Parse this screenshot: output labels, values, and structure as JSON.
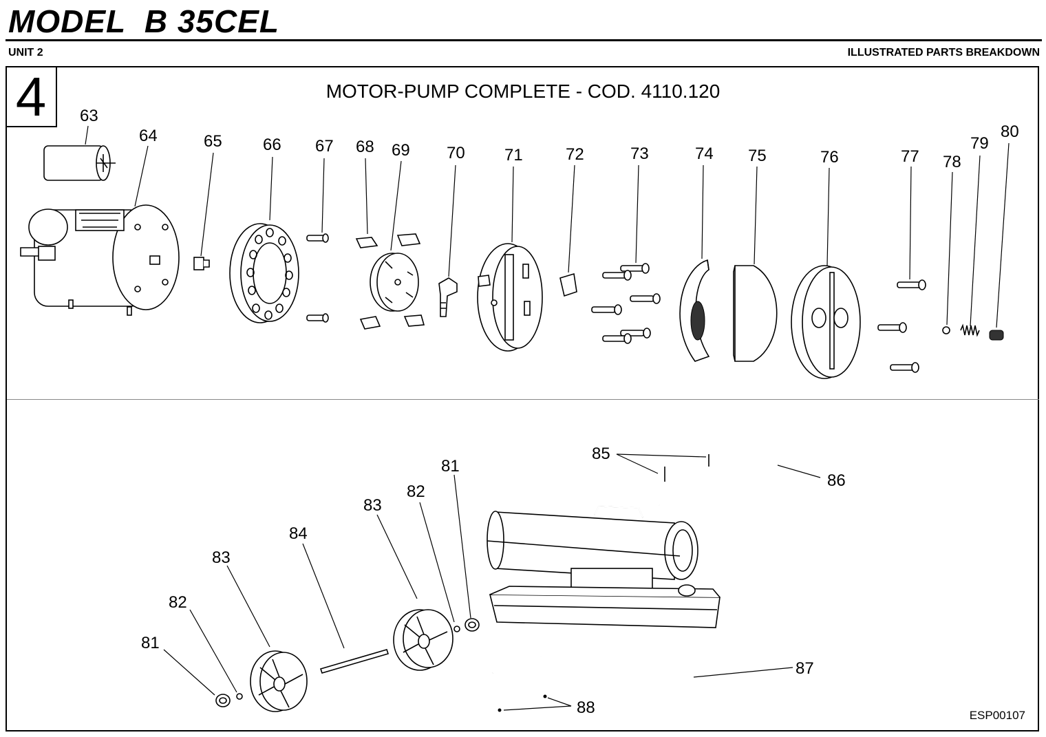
{
  "header": {
    "model_title": "MODEL  B 35CEL",
    "unit": "UNIT 2",
    "section_type": "ILLUSTRATED PARTS BREAKDOWN"
  },
  "section": {
    "number": "4",
    "title": "MOTOR-PUMP COMPLETE - COD. 4110.120"
  },
  "upper_labels": [
    "63",
    "64",
    "65",
    "66",
    "67",
    "68",
    "69",
    "70",
    "71",
    "72",
    "73",
    "74",
    "75",
    "76",
    "77",
    "78",
    "79",
    "80"
  ],
  "lower_labels": [
    "81",
    "82",
    "83",
    "84",
    "83",
    "82",
    "81",
    "85",
    "86",
    "87",
    "88"
  ],
  "doc_code": "ESP00107"
}
